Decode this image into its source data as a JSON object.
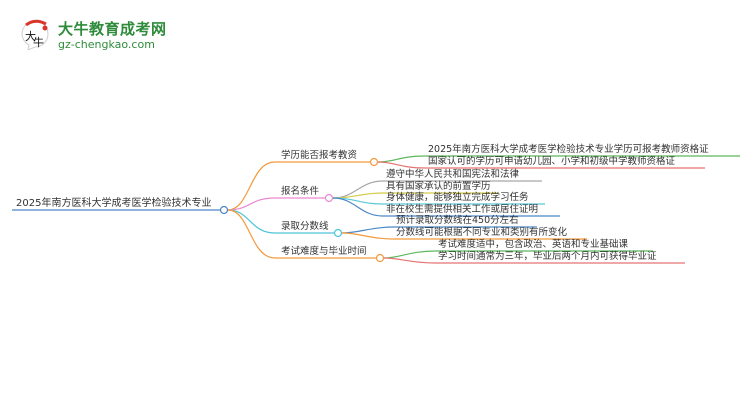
{
  "logo": {
    "icon": "bull-calligraphy-badge-icon",
    "title": "大牛教育成考网",
    "url": "gz-chengkao.com",
    "brand_color": "#2e8b3a"
  },
  "mindmap": {
    "root": {
      "label": "2025年南方医科大学成考医学检验技术专业",
      "line_color": "#4a86c8"
    },
    "branches": [
      {
        "label": "学历能否报考教资",
        "color": "#f39a3c",
        "children": [
          {
            "label": "2025年南方医科大学成考医学检验技术专业学历可报考教师资格证",
            "color": "#5cb85c"
          },
          {
            "label": "国家认可的学历可申请幼儿园、小学和初级中学教师资格证",
            "color": "#e57373"
          }
        ]
      },
      {
        "label": "报名条件",
        "color": "#e98ad0",
        "children": [
          {
            "label": "遵守中华人民共和国宪法和法律",
            "color": "#a6a6a6"
          },
          {
            "label": "具有国家承认的前置学历",
            "color": "#d4cc4a"
          },
          {
            "label": "身体健康，能够独立完成学习任务",
            "color": "#5bc8d6"
          },
          {
            "label": "非在校生需提供相关工作或居住证明",
            "color": "#4a86c8"
          }
        ]
      },
      {
        "label": "录取分数线",
        "color": "#4cc4d8",
        "children": [
          {
            "label": "预计录取分数线在450分左右",
            "color": "#4a86c8"
          },
          {
            "label": "分数线可能根据不同专业和类别有所变化",
            "color": "#f39a3c"
          }
        ]
      },
      {
        "label": "考试难度与毕业时间",
        "color": "#f39a3c",
        "children": [
          {
            "label": "考试难度适中，包含政治、英语和专业基础课",
            "color": "#5cb85c"
          },
          {
            "label": "学习时间通常为三年，毕业后两个月内可获得毕业证",
            "color": "#e57373"
          }
        ]
      }
    ]
  }
}
